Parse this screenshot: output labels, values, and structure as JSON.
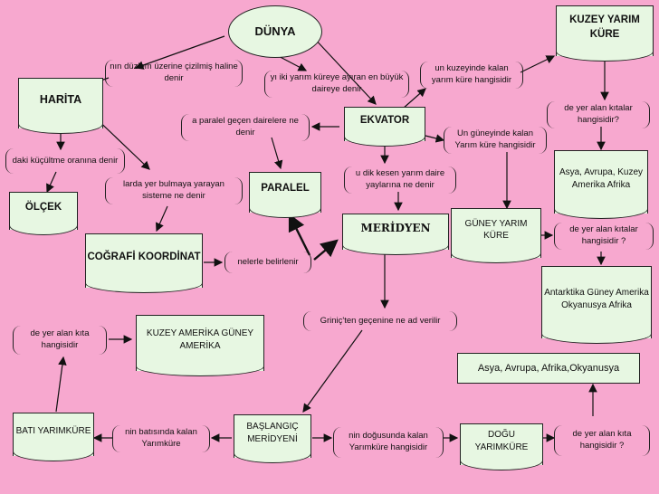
{
  "nodes": {
    "dunya": "DÜNYA",
    "kuzey_yarim_kure": "KUZEY YARIM KÜRE",
    "harita": "HARİTA",
    "ekvator": "EKVATOR",
    "olcek": "ÖLÇEK",
    "paralel": "PARALEL",
    "meridyen": "MERİDYEN",
    "guney_yarim_kure": "GÜNEY YARIM KÜRE",
    "cografi_koordinat": "COĞRAFİ KOORDİNAT",
    "kuzey_guney_amerika": "KUZEY AMERİKA GÜNEY AMERİKA",
    "asya_avrupa_kuzey_amerika_afrika": "Asya, Avrupa, Kuzey Amerika Afrika",
    "antarktika_list": "Antarktika Güney Amerika Okyanusya Afrika",
    "asya_avrupa_afrika_okyanusya": "Asya, Avrupa, Afrika,Okyanusya",
    "bati_yarimkure": "BATI YARIMKÜRE",
    "baslangic_meridyeni": "BAŞLANGIÇ MERİDYENİ",
    "dogu_yarimkure": "DOĞU YARIMKÜRE"
  },
  "questions": {
    "duzlem": "nın düzlem üzerine çizilmiş haline denir",
    "iki_yarim_kure": "yı iki yarım küreye ayıran en büyük daireye denir",
    "kuzeyinde": "un kuzeyinde kalan yarım küre hangisidir",
    "kuzey_kitalar": "de yer alan kıtalar hangisidir?",
    "paralel_gecen": "a paralel geçen dairelere ne denir",
    "guneyinde": "Un güneyinde kalan Yarım küre hangisidir",
    "kucultme": "daki küçültme oranına denir",
    "dik_kesen": "u dik kesen yarım daire yaylarına ne denir",
    "bulmaya_yarayan": "larda yer bulmaya yarayan sisteme ne denir",
    "guney_kitalar": "de yer alan kıtalar hangisidir ?",
    "belirlenir": "nelerle belirlenir",
    "grinic": "Griniç'ten geçenine ne ad verilir",
    "bati_kita": "de yer alan kıta hangisidir",
    "batisinda": "nin batısında kalan Yarımküre",
    "dogusunda": "nin doğusunda kalan Yarımküre hangisidir",
    "dogu_kita": "de yer alan kıta hangisidir ?"
  }
}
